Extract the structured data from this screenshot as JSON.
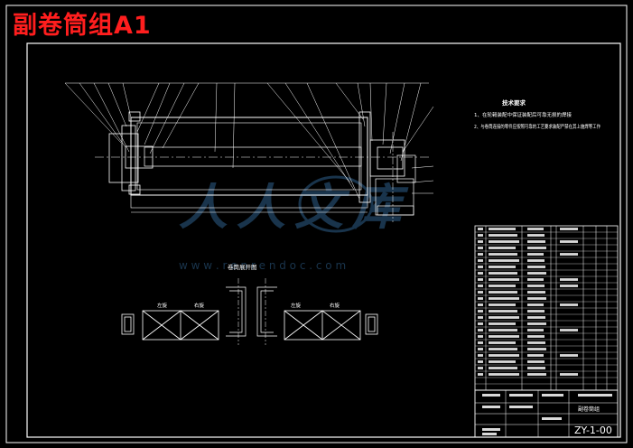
{
  "title": "副卷筒组A1",
  "colors": {
    "background": "#000000",
    "title": "#ff1e1e",
    "lines": "#ffffff",
    "watermark": "#2e5f8a"
  },
  "watermark": {
    "logo_text": "人人文库",
    "url": "w w w . r e n r e n d o c . c o m"
  },
  "drawing": {
    "tech_requirements": {
      "heading": "技术要求",
      "items": [
        "1、在轮毂装配中保证装配后可靠无损的焊接",
        "2、与卷筒连接的零件应按照可靠的工艺要求装配严禁在其上施焊等工作"
      ]
    },
    "section_view_label": "卷筒展开图",
    "left_direction_label": "左旋",
    "right_direction_label": "右旋",
    "drawing_number": "ZY-1-00",
    "assembly_name": "副卷筒组"
  }
}
